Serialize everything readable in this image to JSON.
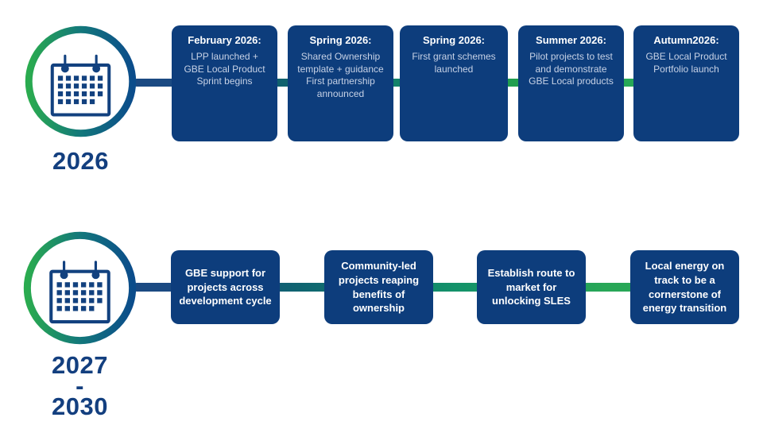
{
  "page": {
    "background": "#ffffff",
    "description_icon": "calendar-icon"
  },
  "colors": {
    "box_navy": "#0d3d7c",
    "year_navy": "#133f7f",
    "title_text": "#ffffff",
    "body_text": "#c7d2e6",
    "line_navy": "#1b4a82",
    "line_teal": "#12806b",
    "line_green": "#27a957",
    "ring_gradient": [
      "#2aab4f",
      "#13787b",
      "#0b4c8b"
    ]
  },
  "rows": [
    {
      "year_label": "2026",
      "icon": "calendar-icon",
      "boxes": [
        {
          "title": "February 2026:",
          "body": "LPP launched + GBE Local Product Sprint begins"
        },
        {
          "title": "Spring 2026:",
          "body": "Shared Ownership template + guidance First partnership announced"
        },
        {
          "title": "Spring 2026:",
          "body": "First grant schemes launched"
        },
        {
          "title": "Summer 2026:",
          "body": "Pilot projects to test and demonstrate GBE Local products"
        },
        {
          "title": "Autumn2026:",
          "body": "GBE Local Product Portfolio launch"
        }
      ]
    },
    {
      "year_label_lines": [
        "2027",
        "-",
        "2030"
      ],
      "icon": "calendar-icon",
      "boxes": [
        {
          "text": "GBE support for projects across development cycle"
        },
        {
          "text": "Community-led projects reaping benefits of ownership"
        },
        {
          "text": "Establish route to market for unlocking SLES"
        },
        {
          "text": "Local energy on track to be a cornerstone of energy transition"
        }
      ]
    }
  ]
}
